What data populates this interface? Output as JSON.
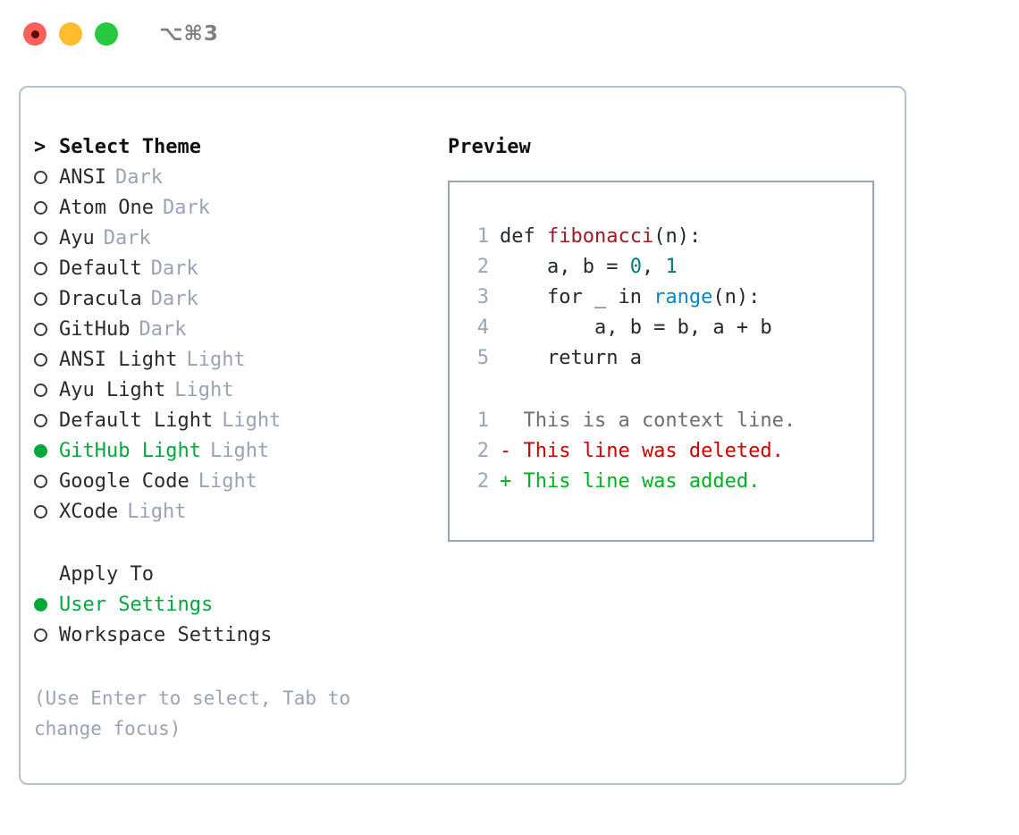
{
  "titlebar": {
    "shortcut": "⌥⌘3",
    "dots": [
      {
        "name": "close",
        "color": "#ff6159"
      },
      {
        "name": "minimize",
        "color": "#ffbd2e"
      },
      {
        "name": "maximize",
        "color": "#27c93f"
      }
    ]
  },
  "theme_list": {
    "header_marker": ">",
    "header_label": "Select Theme",
    "items": [
      {
        "marker": "open",
        "label": "ANSI",
        "tag": "Dark",
        "selected": false
      },
      {
        "marker": "open",
        "label": "Atom One",
        "tag": "Dark",
        "selected": false
      },
      {
        "marker": "open",
        "label": "Ayu",
        "tag": "Dark",
        "selected": false
      },
      {
        "marker": "open",
        "label": "Default",
        "tag": "Dark",
        "selected": false
      },
      {
        "marker": "open",
        "label": "Dracula",
        "tag": "Dark",
        "selected": false
      },
      {
        "marker": "open",
        "label": "GitHub",
        "tag": "Dark",
        "selected": false
      },
      {
        "marker": "open",
        "label": "ANSI Light",
        "tag": "Light",
        "selected": false
      },
      {
        "marker": "open",
        "label": "Ayu Light",
        "tag": "Light",
        "selected": false
      },
      {
        "marker": "open",
        "label": "Default Light",
        "tag": "Light",
        "selected": false
      },
      {
        "marker": "filled",
        "label": "GitHub Light",
        "tag": "Light",
        "selected": true
      },
      {
        "marker": "open",
        "label": "Google Code",
        "tag": "Light",
        "selected": false
      },
      {
        "marker": "open",
        "label": "XCode",
        "tag": "Light",
        "selected": false
      }
    ]
  },
  "apply_to": {
    "heading": "Apply To",
    "items": [
      {
        "marker": "filled",
        "label": "User Settings",
        "selected": true
      },
      {
        "marker": "open",
        "label": "Workspace Settings",
        "selected": false
      }
    ]
  },
  "hint": "(Use Enter to select, Tab to change focus)",
  "preview": {
    "title": "Preview",
    "code_lines": [
      {
        "no": "1",
        "tokens": [
          {
            "t": "def ",
            "c": "plain"
          },
          {
            "t": "fibonacci",
            "c": "func"
          },
          {
            "t": "(n):",
            "c": "plain"
          }
        ]
      },
      {
        "no": "2",
        "tokens": [
          {
            "t": "    a, b = ",
            "c": "plain"
          },
          {
            "t": "0",
            "c": "num"
          },
          {
            "t": ", ",
            "c": "plain"
          },
          {
            "t": "1",
            "c": "num"
          }
        ]
      },
      {
        "no": "3",
        "tokens": [
          {
            "t": "    for _ in ",
            "c": "plain"
          },
          {
            "t": "range",
            "c": "builtin"
          },
          {
            "t": "(n):",
            "c": "plain"
          }
        ]
      },
      {
        "no": "4",
        "tokens": [
          {
            "t": "        a, b = b, a + b",
            "c": "plain"
          }
        ]
      },
      {
        "no": "5",
        "tokens": [
          {
            "t": "    return a",
            "c": "plain"
          }
        ]
      }
    ],
    "diff_lines": [
      {
        "no": "1",
        "kind": "context",
        "text": "  This is a context line."
      },
      {
        "no": "2",
        "kind": "del",
        "text": "- This line was deleted."
      },
      {
        "no": "2",
        "kind": "add",
        "text": "+ This line was added."
      }
    ]
  },
  "colors": {
    "selected_green": "#00a83c",
    "tag_grey": "#9aa3b5",
    "panel_border": "#b6bfcc",
    "preview_border": "#98a4b3",
    "func_red": "#9b1c22",
    "num_teal": "#007b7f",
    "builtin_blue": "#0b86c4",
    "diff_del_red": "#cc0000",
    "diff_add_green": "#00b020"
  }
}
